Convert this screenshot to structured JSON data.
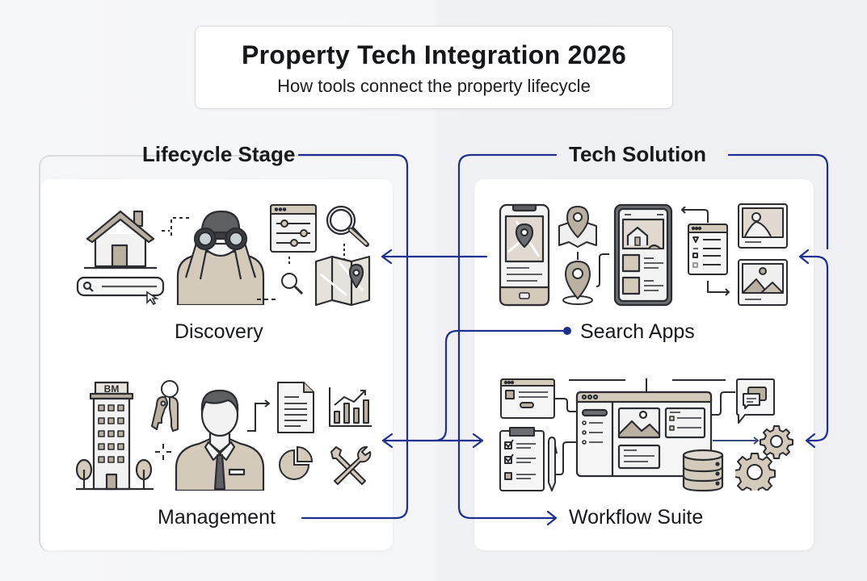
{
  "header": {
    "title": "Property Tech Integration 2026",
    "subtitle": "How tools connect the property lifecycle"
  },
  "columns": {
    "left": {
      "label": "Lifecycle Stage"
    },
    "right": {
      "label": "Tech Solution"
    }
  },
  "stages": [
    {
      "label": "Discovery",
      "icons": [
        "house-icon",
        "search-bar-icon",
        "binoculars-person-icon",
        "filter-settings-window-icon",
        "magnifier-icon",
        "small-magnifier-icon",
        "map-pin-icon"
      ]
    },
    {
      "label": "Management",
      "icons": [
        "building-icon",
        "keys-icon",
        "manager-person-icon",
        "document-icon",
        "bar-chart-icon",
        "pie-chart-icon",
        "tools-icon"
      ]
    }
  ],
  "solutions": [
    {
      "label": "Search Apps",
      "icons": [
        "phone-map-icon",
        "map-pin-icon",
        "listing-tablet-icon",
        "filter-list-icon",
        "photo-icon",
        "landscape-photo-icon"
      ]
    },
    {
      "label": "Workflow Suite",
      "icons": [
        "form-window-icon",
        "checklist-clipboard-icon",
        "pen-icon",
        "dashboard-window-icon",
        "chat-icon",
        "database-icon",
        "gears-icon"
      ]
    }
  ],
  "colors": {
    "connector": "#1f2f8f",
    "icon_fill": "#cfc6b8",
    "icon_stroke": "#2b2d31",
    "frame": "#d6d8dc"
  }
}
